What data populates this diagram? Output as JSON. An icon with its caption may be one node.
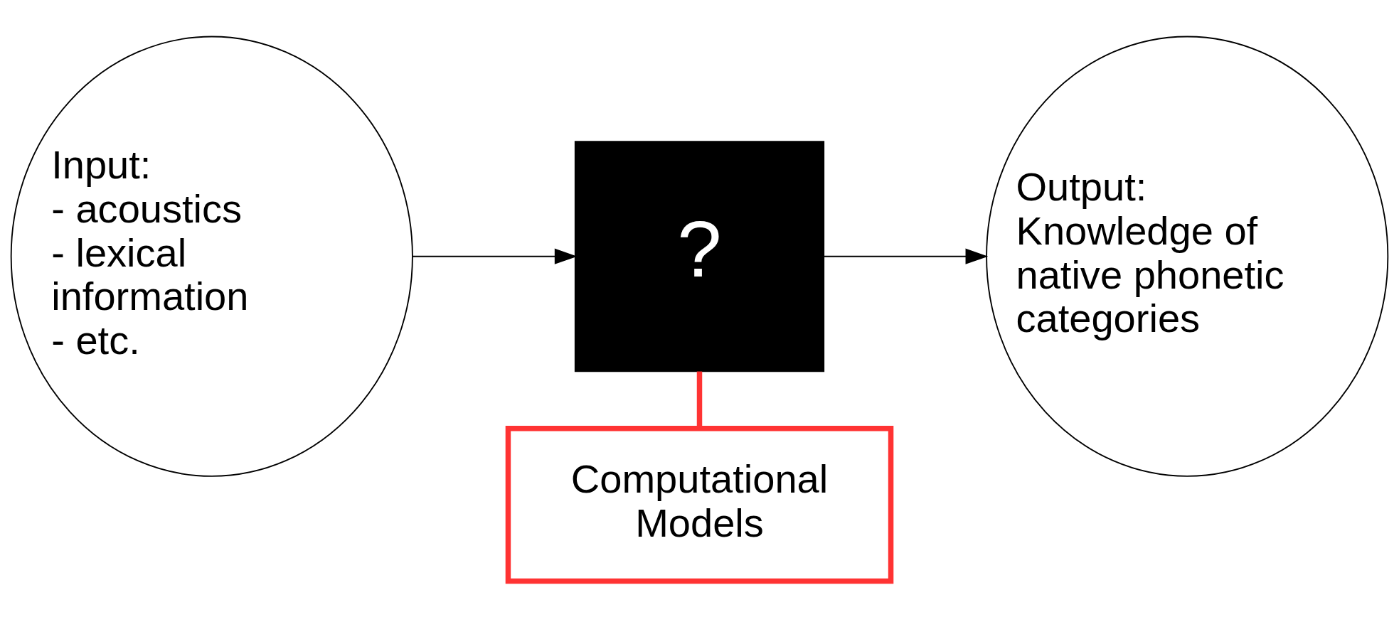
{
  "diagram": {
    "nodes": [
      {
        "text": [
          "Input:",
          "- acoustics",
          "- lexical information",
          "- etc."
        ]
      },
      {
        "text": [
          "?"
        ]
      },
      {
        "text": [
          "Output:",
          "Knowledge of native phonetic categories"
        ]
      },
      {
        "text": [
          "Computational Models"
        ]
      }
    ],
    "edges": [
      {
        "from": 0,
        "to": 1,
        "arrow": "to"
      },
      {
        "from": 1,
        "to": 2,
        "arrow": "to"
      },
      {
        "from": 3,
        "to": 1,
        "arrow": "none",
        "style": "thick",
        "color": "#ff3333"
      }
    ]
  }
}
